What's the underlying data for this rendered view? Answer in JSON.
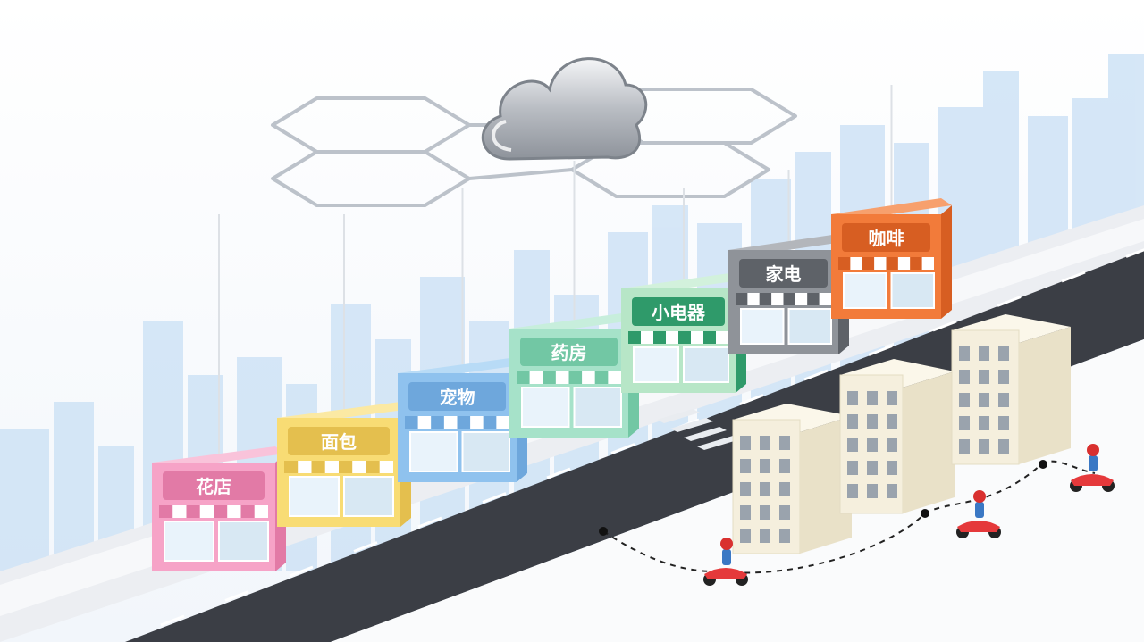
{
  "stores": [
    {
      "label": "花店",
      "color": "#f6a3c7",
      "dark": "#e27aa6",
      "top": "#f9c3da"
    },
    {
      "label": "面包",
      "color": "#f8dc74",
      "dark": "#e4bf4e",
      "top": "#fbe9a3"
    },
    {
      "label": "宠物",
      "color": "#8fc2ee",
      "dark": "#6ea7dc",
      "top": "#b8dbf6"
    },
    {
      "label": "药房",
      "color": "#a6e2c9",
      "dark": "#72c7a4",
      "top": "#c7eedc"
    },
    {
      "label": "小电器",
      "color": "#b7e6c7",
      "dark": "#2f9a6a",
      "top": "#d2f1dc"
    },
    {
      "label": "家电",
      "color": "#8f9399",
      "dark": "#5e6268",
      "top": "#b3b6bb"
    },
    {
      "label": "咖啡",
      "color": "#f27b3a",
      "dark": "#d75e22",
      "top": "#f7a06d"
    }
  ],
  "colors": {
    "road": "#3b3e45",
    "sidewalk": "#eef0f3",
    "skyline": "#cfe3f6",
    "cloud": "#c9ccd1",
    "network": "#b8bec6",
    "building": "#f5efdd",
    "scooter": "#e5393b"
  },
  "icons": [
    "cloud-icon",
    "scooter-icon"
  ]
}
